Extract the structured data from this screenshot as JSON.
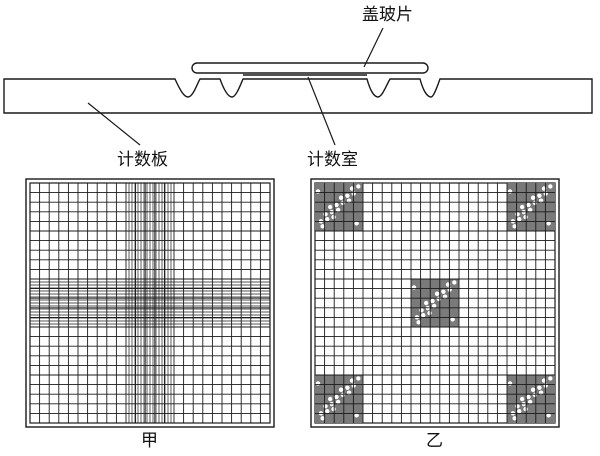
{
  "side_view": {
    "cover_glass_label": "盖玻片",
    "board_label": "计数板",
    "chamber_label": "计数室"
  },
  "grid_left": {
    "caption": "甲",
    "major_divisions": 25,
    "fine_divisions": 16
  },
  "grid_right": {
    "caption": "乙",
    "major_divisions": 25,
    "sampled_squares": [
      "top-left",
      "top-right",
      "center",
      "bottom-left",
      "bottom-right"
    ]
  },
  "colors": {
    "line": "#1a1a1a",
    "cell_fill": "#7a7a7a"
  }
}
